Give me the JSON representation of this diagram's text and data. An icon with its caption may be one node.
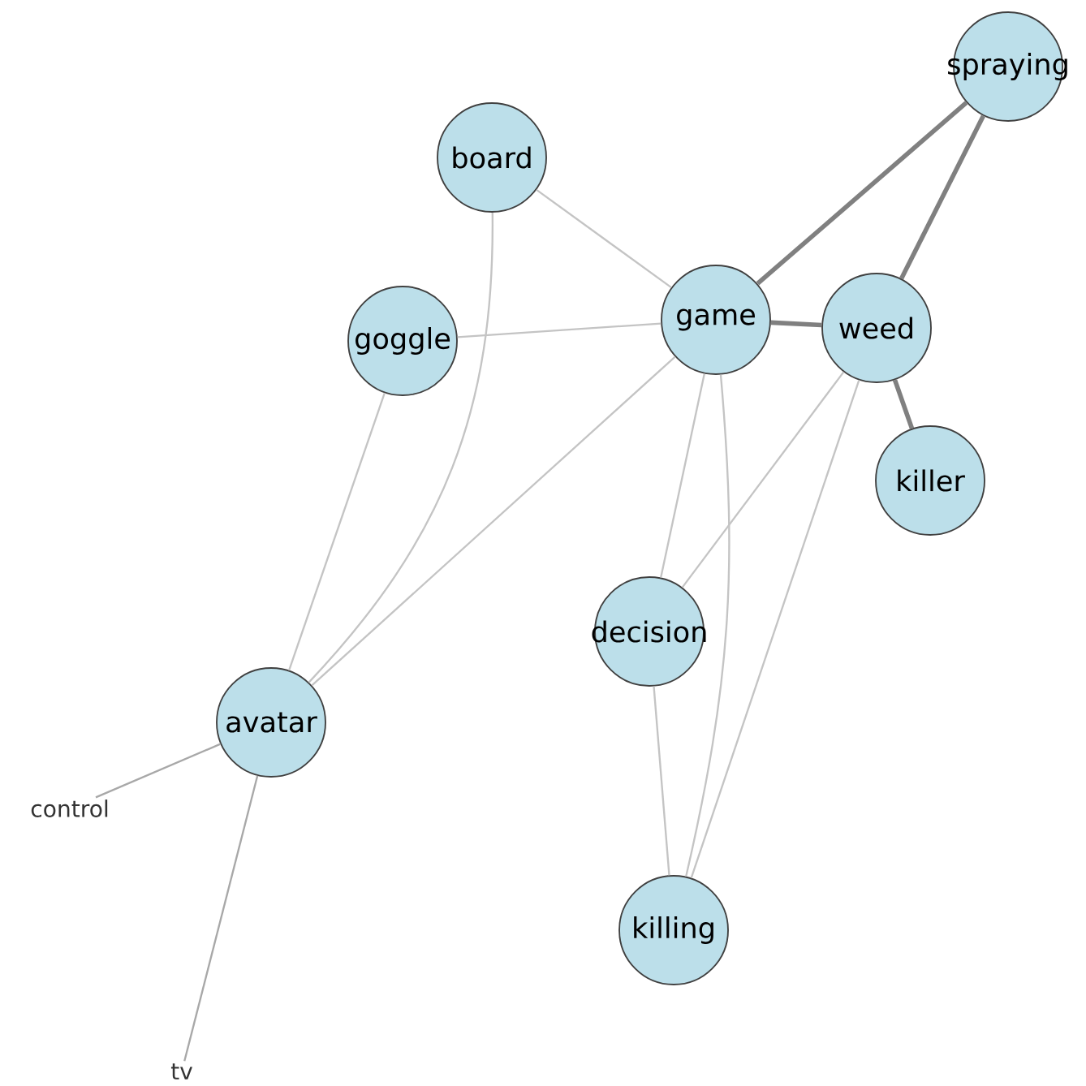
{
  "diagram": {
    "nodes": [
      {
        "text": [
          "spraying"
        ]
      },
      {
        "text": [
          "board"
        ]
      },
      {
        "text": [
          "game"
        ]
      },
      {
        "text": [
          "weed"
        ]
      },
      {
        "text": [
          "goggle"
        ]
      },
      {
        "text": [
          "killer"
        ]
      },
      {
        "text": [
          "decision"
        ]
      },
      {
        "text": [
          "avatar"
        ]
      },
      {
        "text": [
          "control"
        ]
      },
      {
        "text": [
          "killing"
        ]
      },
      {
        "text": [
          "tv"
        ]
      }
    ],
    "edges": [
      {
        "from": 1,
        "to": 2,
        "arrow": "none"
      },
      {
        "from": 1,
        "to": 7,
        "arrow": "none"
      },
      {
        "from": 4,
        "to": 7,
        "arrow": "none"
      },
      {
        "from": 4,
        "to": 2,
        "arrow": "none"
      },
      {
        "from": 2,
        "to": 0,
        "arrow": "none",
        "style": "thick",
        "color": "#808080"
      },
      {
        "from": 2,
        "to": 3,
        "arrow": "none",
        "style": "thick",
        "color": "#808080"
      },
      {
        "from": 3,
        "to": 0,
        "arrow": "none",
        "style": "thick",
        "color": "#808080"
      },
      {
        "from": 3,
        "to": 5,
        "arrow": "none",
        "style": "thick",
        "color": "#808080"
      },
      {
        "from": 2,
        "to": 7,
        "arrow": "none"
      },
      {
        "from": 2,
        "to": 6,
        "arrow": "none"
      },
      {
        "from": 2,
        "to": 9,
        "arrow": "none"
      },
      {
        "from": 3,
        "to": 6,
        "arrow": "none"
      },
      {
        "from": 3,
        "to": 9,
        "arrow": "none"
      },
      {
        "from": 6,
        "to": 9,
        "arrow": "none"
      },
      {
        "from": 7,
        "to": 8,
        "arrow": "none",
        "color": "#a8a8a8"
      },
      {
        "from": 7,
        "to": 10,
        "arrow": "none",
        "color": "#a8a8a8"
      }
    ]
  }
}
